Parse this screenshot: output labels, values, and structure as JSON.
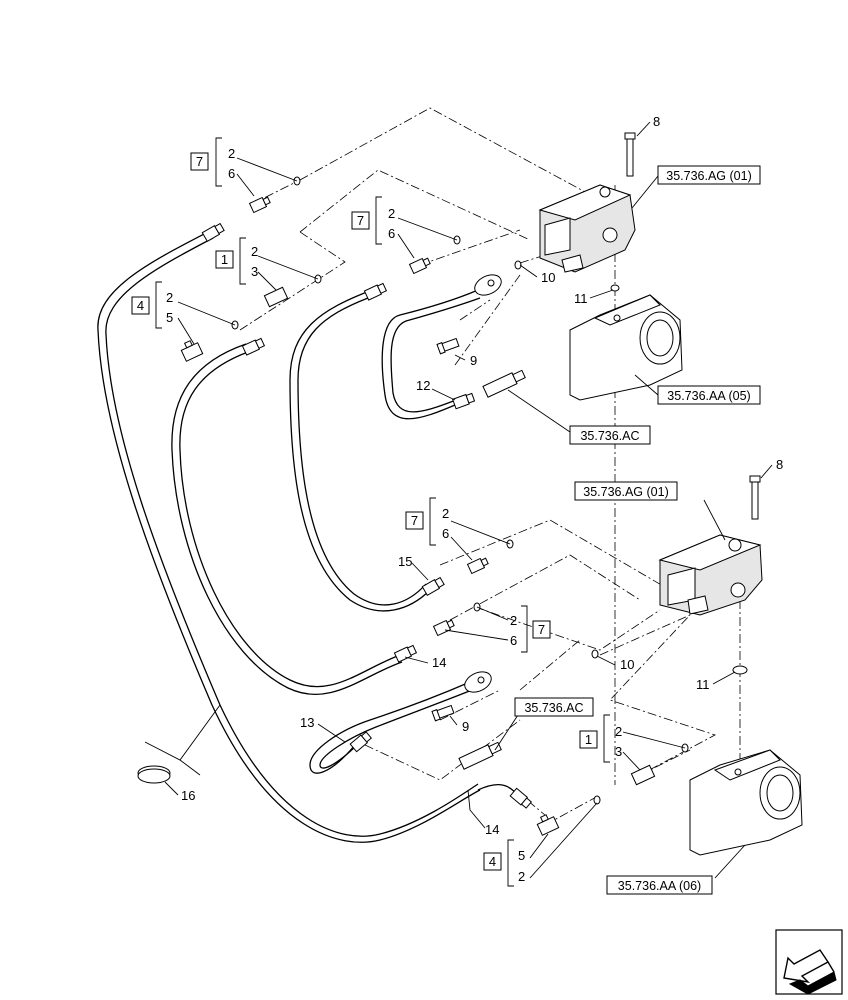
{
  "callouts": {
    "top_7": {
      "box": "7",
      "a": "2",
      "b": "6"
    },
    "top_7b": {
      "box": "7",
      "a": "2",
      "b": "6"
    },
    "top_1": {
      "box": "1",
      "a": "2",
      "b": "3"
    },
    "top_4": {
      "box": "4",
      "a": "2",
      "b": "5"
    },
    "mid_7": {
      "box": "7",
      "a": "2",
      "b": "6"
    },
    "mid_7b": {
      "box": "7",
      "a": "2",
      "b": "6"
    },
    "bot_1": {
      "box": "1",
      "a": "2",
      "b": "3"
    },
    "bot_4": {
      "box": "4",
      "a": "5",
      "b": "2"
    }
  },
  "part_numbers": {
    "p8_top": "8",
    "p8_bot": "8",
    "p10_top": "10",
    "p10_bot": "10",
    "p11_top": "11",
    "p11_bot": "11",
    "p9_top": "9",
    "p9_bot": "9",
    "p12": "12",
    "p13": "13",
    "p14_mid": "14",
    "p14_bot": "14",
    "p15": "15",
    "p16": "16"
  },
  "references": {
    "ag_top": "35.736.AG (01)",
    "aa_top": "35.736.AA (05)",
    "ac_top": "35.736.AC",
    "ag_bot": "35.736.AG (01)",
    "ac_bot": "35.736.AC",
    "aa_bot": "35.736.AA (06)"
  },
  "icons": {
    "nav": "next-page-arrow-icon"
  }
}
